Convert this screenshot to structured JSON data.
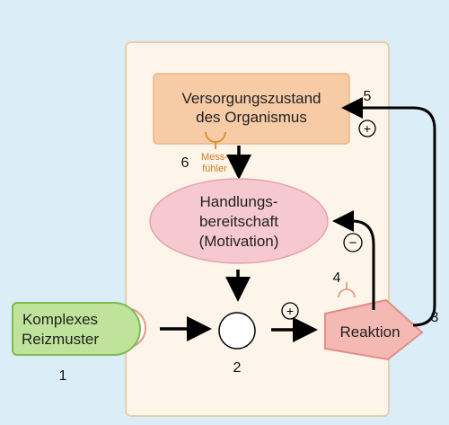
{
  "nodes": {
    "supply": {
      "line1": "Versorgungszustand",
      "line2": "des Organismus"
    },
    "readiness": {
      "line1": "Handlungs-",
      "line2": "bereitschaft",
      "line3": "(Motivation)"
    },
    "stimulus": {
      "line1": "Komplexes",
      "line2": "Reizmuster"
    },
    "reaction": {
      "label": "Reaktion"
    },
    "sensor": {
      "line1": "Mess-",
      "line2": "fühler"
    }
  },
  "numbers": {
    "n1": "1",
    "n2": "2",
    "n3": "3",
    "n4": "4",
    "n5": "5",
    "n6": "6"
  },
  "signs": {
    "plus_supply": "+",
    "minus_readiness": "−",
    "plus_reaction": "+"
  },
  "colors": {
    "background": "#dbeef8",
    "panel_fill": "#fdf5ea",
    "panel_stroke": "#e4cfae",
    "supply_fill": "#f6cba6",
    "supply_stroke": "#e8b68c",
    "readiness_fill": "#f5c9cf",
    "readiness_stroke": "#e5a3ab",
    "stimulus_fill": "#bfe39b",
    "stimulus_stroke": "#7dbb54",
    "reaction_fill": "#f4b9b3",
    "reaction_stroke": "#e08e87",
    "sensor_color": "#e08b2e",
    "receptor_color": "#e79a86",
    "arrow": "#000000"
  }
}
